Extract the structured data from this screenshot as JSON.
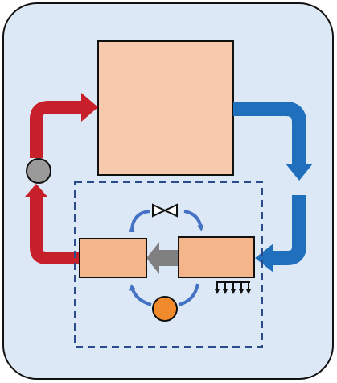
{
  "diagram": {
    "colors": {
      "background": "#dde8f6",
      "frame": "#111111",
      "box_fill": "#f7c9ad",
      "inner_box_fill": "#f3b589",
      "hot_arrow": "#c8202a",
      "cold_arrow": "#1f6fbd",
      "cycle_arrow": "#4472c4",
      "gray_arrow": "#808080",
      "pump_fill": "#f08a2a",
      "valve_stroke": "#111111",
      "sensor_fill": "#9a9a9a",
      "dashed_border": "#2c4b8a"
    },
    "components": {
      "main_box": "large-heat-exchanger-box",
      "left_inner_box": "left-inner-unit",
      "right_inner_box": "right-inner-unit",
      "valve_icon": "bowtie-valve-icon",
      "pump_icon": "orange-circle-pump-icon",
      "sensor_icon": "gray-circle-sensor-icon",
      "heat_dissipation_icon": "downward-arrows-icon",
      "subsystem_region": "dashed-subsystem-boundary"
    }
  }
}
